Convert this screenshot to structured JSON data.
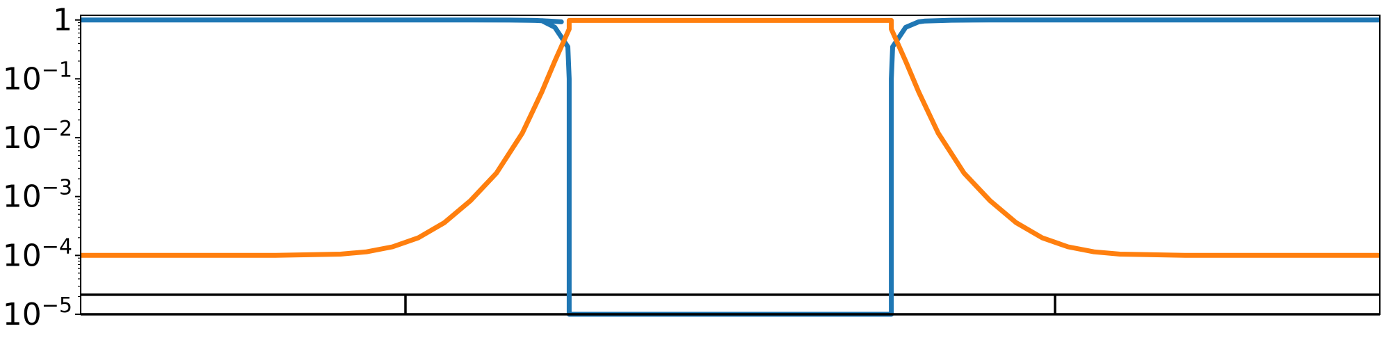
{
  "chart_data": {
    "type": "line",
    "title": "",
    "xlabel": "",
    "ylabel": "",
    "yscale": "log",
    "ylim": [
      1e-05,
      1.2
    ],
    "xlim": [
      0,
      1
    ],
    "grid": false,
    "legend": "none",
    "y_ticks": [
      {
        "value": 1,
        "base": "1",
        "exp": ""
      },
      {
        "value": 0.1,
        "base": "10",
        "exp": "−1"
      },
      {
        "value": 0.01,
        "base": "10",
        "exp": "−2"
      },
      {
        "value": 0.001,
        "base": "10",
        "exp": "−3"
      },
      {
        "value": 0.0001,
        "base": "10",
        "exp": "−4"
      },
      {
        "value": 1e-05,
        "base": "10",
        "exp": "−5"
      }
    ],
    "series": [
      {
        "color": "#1f77b4",
        "x": [
          0.0,
          0.05,
          0.1,
          0.15,
          0.2,
          0.25,
          0.3,
          0.33,
          0.35,
          0.36,
          0.37,
          0.355,
          0.365,
          0.375,
          0.376,
          0.376,
          0.624,
          0.624,
          0.625,
          0.635,
          0.645,
          0.65,
          0.67,
          0.7,
          0.75,
          0.8,
          0.85,
          0.9,
          0.95,
          1.0
        ],
        "y": [
          1.0,
          1.0,
          1.0,
          1.0,
          1.0,
          1.0,
          1.0,
          0.995,
          0.98,
          0.96,
          0.93,
          0.97,
          0.75,
          0.35,
          0.1,
          1e-05,
          1e-05,
          0.1,
          0.35,
          0.75,
          0.93,
          0.96,
          0.99,
          1.0,
          1.0,
          1.0,
          1.0,
          1.0,
          1.0,
          1.0
        ]
      },
      {
        "color": "#ff7f0e",
        "x": [
          0.0,
          0.05,
          0.1,
          0.15,
          0.2,
          0.22,
          0.24,
          0.26,
          0.28,
          0.3,
          0.32,
          0.34,
          0.355,
          0.365,
          0.376,
          0.376,
          0.624,
          0.624,
          0.635,
          0.645,
          0.66,
          0.68,
          0.7,
          0.72,
          0.74,
          0.76,
          0.78,
          0.8,
          0.85,
          0.9,
          0.95,
          1.0
        ],
        "y": [
          0.0001,
          0.0001,
          0.0001,
          0.0001,
          0.000105,
          0.000115,
          0.00014,
          0.0002,
          0.00036,
          0.00085,
          0.0025,
          0.012,
          0.06,
          0.2,
          0.7,
          0.98,
          0.98,
          0.7,
          0.2,
          0.06,
          0.012,
          0.0025,
          0.00085,
          0.00036,
          0.0002,
          0.00014,
          0.000115,
          0.000105,
          0.0001,
          0.0001,
          0.0001,
          0.0001
        ]
      }
    ],
    "inset_band": {
      "y_top": 2.15e-05,
      "y_bottom": 1e-05,
      "dividers_x": [
        0.25,
        0.376,
        0.624,
        0.75
      ]
    }
  }
}
